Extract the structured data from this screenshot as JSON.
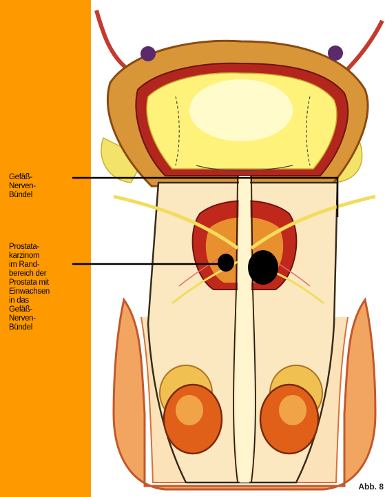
{
  "labels": {
    "nerve_bundle": [
      "Gefäß-",
      "Nerven-",
      "Bündel"
    ],
    "carcinoma": [
      "Prostata-",
      "karzinom",
      "im Rand-",
      "bereich der",
      "Prostata mit",
      "Einwachsen",
      "in das",
      "Gefäß-",
      "Nerven-",
      "Bündel"
    ]
  },
  "figure_number": "Abb. 8",
  "colors": {
    "sidebar": "#ff9900",
    "bladder_fill": "#fff27a",
    "bladder_wall": "#d4861e",
    "muscle_red": "#b3261e",
    "nerve_yellow": "#f2dc5c",
    "tumor": "#000000"
  }
}
